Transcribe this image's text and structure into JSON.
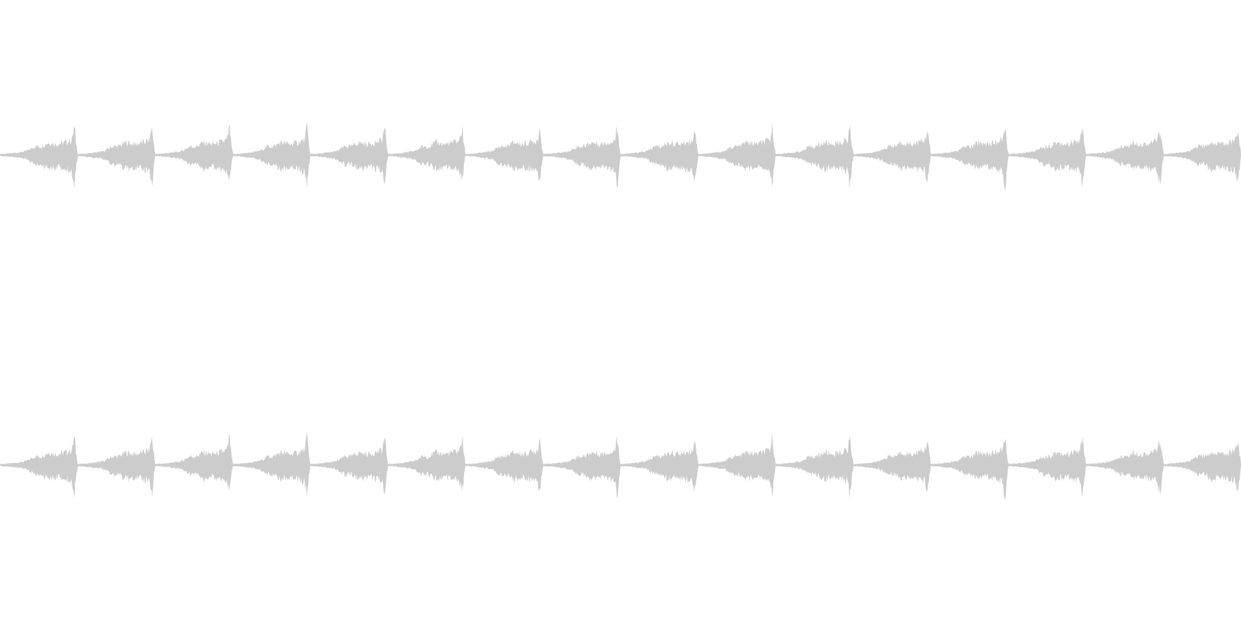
{
  "waveform": {
    "channels": [
      "left",
      "right"
    ],
    "fill_color": "#cccccc",
    "background_color": "#ffffff",
    "segment_count": 16,
    "segment_shape": "crescendo burst ending in sharp transient"
  }
}
